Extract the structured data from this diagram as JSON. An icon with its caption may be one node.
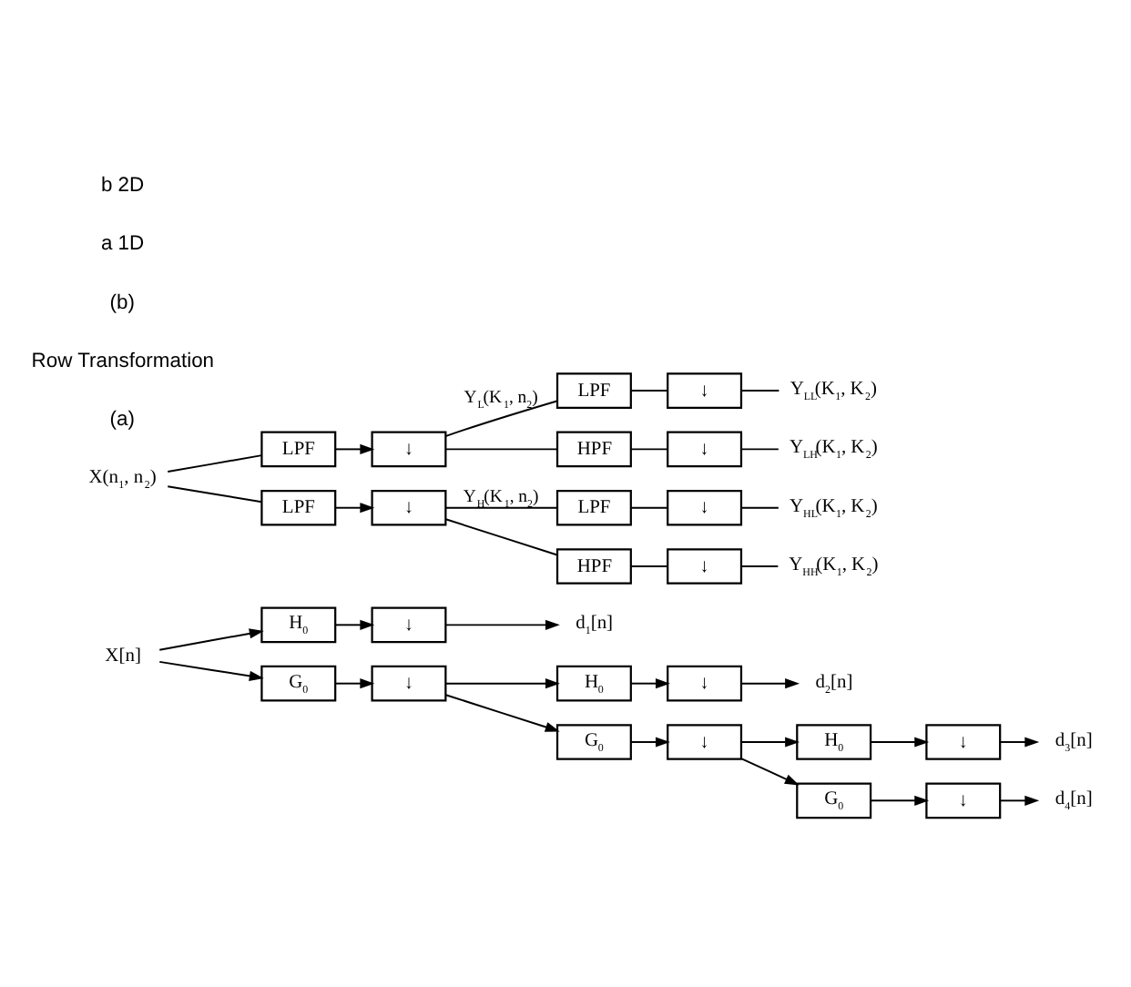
{
  "diagram": {
    "nodes": [
      {
        "text": [
          "X[n]"
        ]
      },
      {
        "text": [
          "H$_{0}$"
        ]
      },
      {
        "text": [
          "↓"
        ]
      },
      {
        "text": [
          "d$_{1}$[n]"
        ]
      },
      {
        "text": [
          "G$_{0}$"
        ]
      },
      {
        "text": [
          "↓"
        ]
      },
      {
        "text": [
          "H$_{0}$"
        ]
      },
      {
        "text": [
          "↓"
        ]
      },
      {
        "text": [
          "d$_{2}$[n]"
        ]
      },
      {
        "text": [
          "G$_{0}$"
        ]
      },
      {
        "text": [
          "↓"
        ]
      },
      {
        "text": [
          "H$_{0}$"
        ]
      },
      {
        "text": [
          "↓"
        ]
      },
      {
        "text": [
          "d$_{3}$[n]"
        ]
      },
      {
        "text": [
          "G$_{0}$"
        ]
      },
      {
        "text": [
          "↓"
        ]
      },
      {
        "text": [
          "d$_{4}$[n]"
        ]
      },
      {
        "text": [
          "X(n$_{1}$, n$_{2}$)"
        ]
      },
      {
        "text": [
          "LPF"
        ]
      },
      {
        "text": [
          "↓"
        ]
      },
      {
        "text": [
          "LPF"
        ]
      },
      {
        "text": [
          "↓"
        ]
      },
      {
        "text": [
          "Y$_{LL}$(K$_{1}$, K$_{2}$)"
        ]
      },
      {
        "text": [
          "HPF"
        ]
      },
      {
        "text": [
          "↓"
        ]
      },
      {
        "text": [
          "Y$_{LH}$(K$_{1}$, K$_{2}$)"
        ]
      },
      {
        "text": [
          "LPF"
        ]
      },
      {
        "text": [
          "↓"
        ]
      },
      {
        "text": [
          "LPF"
        ]
      },
      {
        "text": [
          "↓"
        ]
      },
      {
        "text": [
          "Y$_{HL}$(K$_{1}$, K$_{2}$)"
        ]
      },
      {
        "text": [
          "HPF"
        ]
      },
      {
        "text": [
          "↓"
        ]
      },
      {
        "text": [
          "Y$_{HH}$(K$_{1}$, K$_{2}$)"
        ]
      }
    ],
    "edges": [
      {
        "from": 0,
        "to": 1,
        "arrow": "to"
      },
      {
        "from": 0,
        "to": 4,
        "arrow": "to"
      },
      {
        "from": 1,
        "to": 2,
        "arrow": "to"
      },
      {
        "from": 2,
        "to": 3,
        "arrow": "to"
      },
      {
        "from": 4,
        "to": 5,
        "arrow": "to"
      },
      {
        "from": 5,
        "to": 6,
        "arrow": "to"
      },
      {
        "from": 5,
        "to": 9,
        "arrow": "to"
      },
      {
        "from": 6,
        "to": 7,
        "arrow": "to"
      },
      {
        "from": 7,
        "to": 8,
        "arrow": "to"
      },
      {
        "from": 9,
        "to": 10,
        "arrow": "to"
      },
      {
        "from": 10,
        "to": 11,
        "arrow": "to"
      },
      {
        "from": 10,
        "to": 14,
        "arrow": "to"
      },
      {
        "from": 11,
        "to": 12,
        "arrow": "to"
      },
      {
        "from": 12,
        "to": 13,
        "arrow": "to"
      },
      {
        "from": 14,
        "to": 15,
        "arrow": "to"
      },
      {
        "from": 15,
        "to": 16,
        "arrow": "to"
      },
      {
        "from": 17,
        "to": 18,
        "arrow": "none"
      },
      {
        "from": 17,
        "to": 26,
        "arrow": "none"
      },
      {
        "from": 18,
        "to": 19,
        "arrow": "to"
      },
      {
        "from": 19,
        "to": 20,
        "arrow": "none",
        "label": "Y$_{L}$(K$_{1}$, n$_{2}$)"
      },
      {
        "from": 19,
        "to": 23,
        "arrow": "none"
      },
      {
        "from": 20,
        "to": 21,
        "arrow": "none"
      },
      {
        "from": 21,
        "to": 22,
        "arrow": "none"
      },
      {
        "from": 23,
        "to": 24,
        "arrow": "none"
      },
      {
        "from": 24,
        "to": 25,
        "arrow": "none"
      },
      {
        "from": 26,
        "to": 27,
        "arrow": "to"
      },
      {
        "from": 27,
        "to": 28,
        "arrow": "none",
        "label": "Y$_{H}$(K$_{1}$, n$_{2}$)"
      },
      {
        "from": 27,
        "to": 31,
        "arrow": "none"
      },
      {
        "from": 28,
        "to": 29,
        "arrow": "none"
      },
      {
        "from": 29,
        "to": 30,
        "arrow": "none"
      },
      {
        "from": 31,
        "to": 32,
        "arrow": "none"
      },
      {
        "from": 32,
        "to": 33,
        "arrow": "none"
      }
    ],
    "labels": [
      "(a)",
      "Row Transformation",
      "(b)",
      "a 1D",
      "b 2D"
    ]
  }
}
